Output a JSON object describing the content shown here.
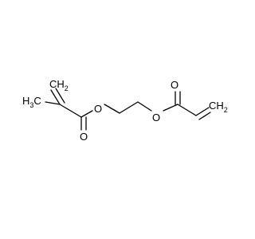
{
  "molecule": {
    "atoms": {
      "ch2_left": {
        "element": "CH",
        "subscript": "2"
      },
      "ch3": {
        "element": "H",
        "subscript": "3",
        "suffix": "C"
      },
      "o_ester_left": {
        "element": "O"
      },
      "o_carbonyl_left": {
        "element": "O"
      },
      "o_ester_right": {
        "element": "O"
      },
      "o_carbonyl_right": {
        "element": "O"
      },
      "ch2_right": {
        "element": "CH",
        "subscript": "2"
      }
    }
  }
}
